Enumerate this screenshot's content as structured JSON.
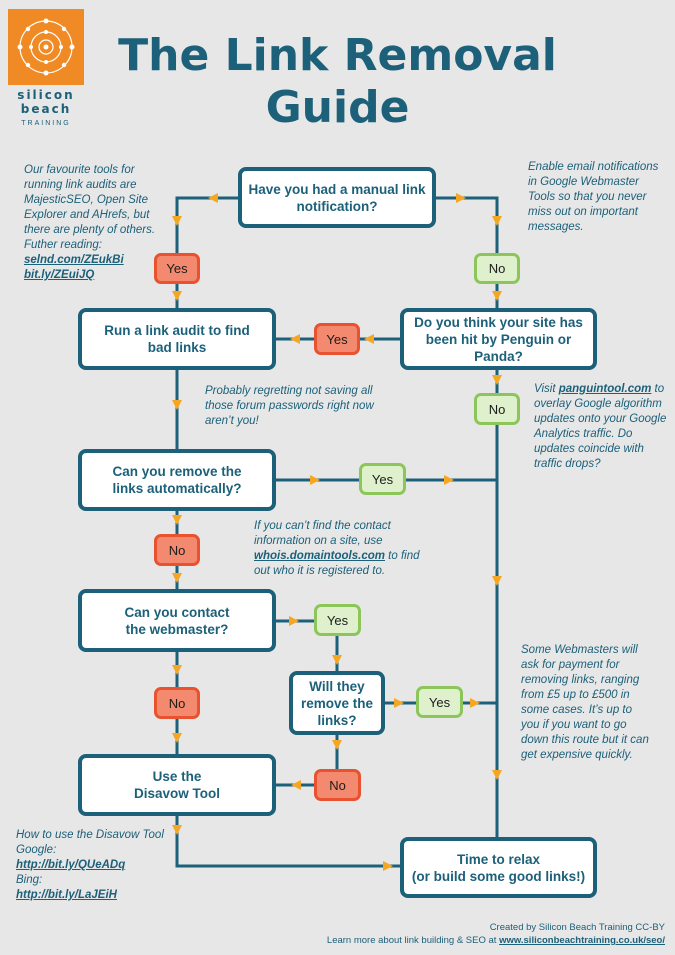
{
  "logo": {
    "line1": "silicon",
    "line2": "beach",
    "line3": "TRAINING"
  },
  "title": {
    "line1": "The Link Removal",
    "line2": "Guide"
  },
  "colors": {
    "primary": "#1c6079",
    "arrow": "#f5a623",
    "red_fill": "#f3896e",
    "red_border": "#e8522f",
    "green_fill": "#dff0cd",
    "green_border": "#8cc65a",
    "logo": "#f08a24"
  },
  "boxes": {
    "manual": {
      "line1": "Have you had a manual link",
      "line2": "notification?"
    },
    "audit": {
      "line1": "Run a link audit to find",
      "line2": "bad links"
    },
    "penguin": {
      "line1": "Do you think your site has",
      "line2": "been hit by Penguin or Panda?"
    },
    "remove": {
      "line1": "Can you remove the",
      "line2": "links automatically?"
    },
    "contact": {
      "line1": "Can you contact",
      "line2": "the webmaster?"
    },
    "willthey": {
      "line1": "Will they",
      "line2": "remove the",
      "line3": "links?"
    },
    "disavow": {
      "line1": "Use the",
      "line2": "Disavow Tool"
    },
    "relax": {
      "line1": "Time to relax",
      "line2": "(or build some good links!)"
    }
  },
  "pills": {
    "yes1": "Yes",
    "no1": "No",
    "yes2": "Yes",
    "no2": "No",
    "yes3": "Yes",
    "no3": "No",
    "yes4": "Yes",
    "no4": "No",
    "yes5": "Yes",
    "no5": "No"
  },
  "notes": {
    "tools": {
      "text": "Our favourite tools for running link audits are MajesticSEO, Open Site Explorer and AHrefs, but there are plenty of others. Futher reading:",
      "link1": "selnd.com/ZEukBi",
      "link2": "bit.ly/ZEuiJQ"
    },
    "email": {
      "text": "Enable email notifications in Google Webmaster Tools so that you never miss out on important messages."
    },
    "regret": {
      "text": "Probably regretting not saving all those forum passwords right now aren’t you!"
    },
    "panguin": {
      "pre": "Visit ",
      "link": "panguintool.com",
      "post": " to overlay Google algorithm updates onto your Google Analytics traffic. Do updates coincide with traffic drops?"
    },
    "contact": {
      "pre": "If you can’t find the contact information on a site, use ",
      "link": "whois.domaintools.com",
      "post": " to find out who it is registered to."
    },
    "payment": {
      "text": "Some Webmasters will ask for payment for removing links, ranging from £5 up to £500 in some cases. It’s up to you if you want to go down this route but it can get expensive quickly."
    },
    "disavow": {
      "line1": "How to use the Disavow Tool",
      "line2": "Google:",
      "link1": "http://bit.ly/QUeADq",
      "line3": "Bing:",
      "link2": "http://bit.ly/LaJEiH"
    }
  },
  "footer": {
    "line1": "Created by Silicon Beach Training CC-BY",
    "line2_pre": "Learn more about link building & SEO at ",
    "line2_link": "www.siliconbeachtraining.co.uk/seo/"
  }
}
